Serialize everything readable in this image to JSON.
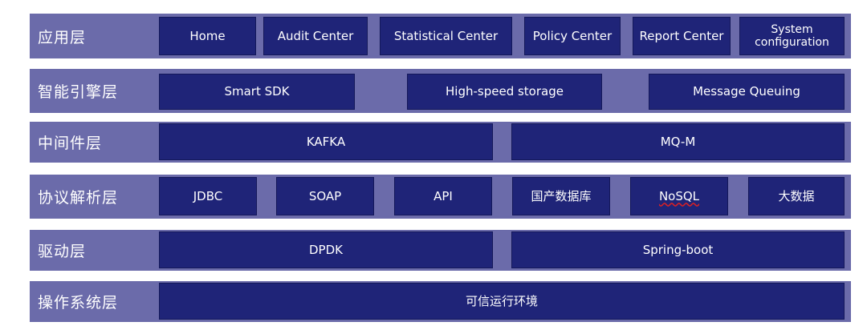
{
  "layers": [
    {
      "label": "应用层",
      "items": [
        "Home",
        "Audit Center",
        "Statistical Center",
        "Policy Center",
        "Report Center",
        "System configuration"
      ]
    },
    {
      "label": "智能引擎层",
      "items": [
        "Smart SDK",
        "High-speed storage",
        "Message Queuing"
      ]
    },
    {
      "label": "中间件层",
      "items": [
        "KAFKA",
        "MQ-M"
      ]
    },
    {
      "label": "协议解析层",
      "items": [
        "JDBC",
        "SOAP",
        "API",
        "国产数据库",
        "NoSQL",
        "大数据"
      ]
    },
    {
      "label": "驱动层",
      "items": [
        "DPDK",
        "Spring-boot"
      ]
    },
    {
      "label": "操作系统层",
      "items": [
        "可信运行环境"
      ]
    }
  ],
  "colors": {
    "layer_background": "#6b6baa",
    "box_background": "#1f2478",
    "text": "#ffffff",
    "spellcheck_underline": "#e02020"
  }
}
